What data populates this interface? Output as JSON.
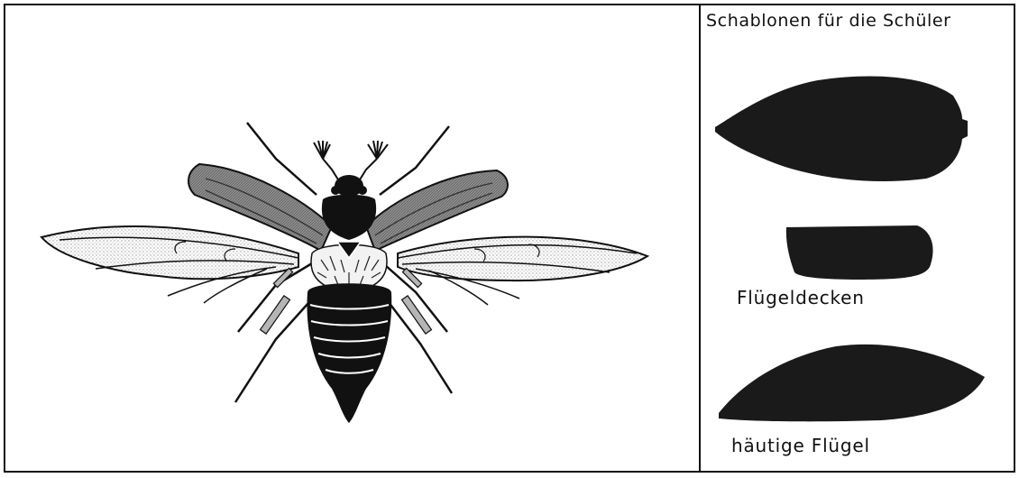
{
  "templates_panel": {
    "title": "Schablonen für die Schüler",
    "elytra_label": "Flügeldecken",
    "membrane_wings_label": "häutige Flügel"
  },
  "colors": {
    "ink": "#111111",
    "elytra_fill": "#8a8a8a",
    "stipple": "#bdbdbd",
    "paper": "#ffffff"
  }
}
